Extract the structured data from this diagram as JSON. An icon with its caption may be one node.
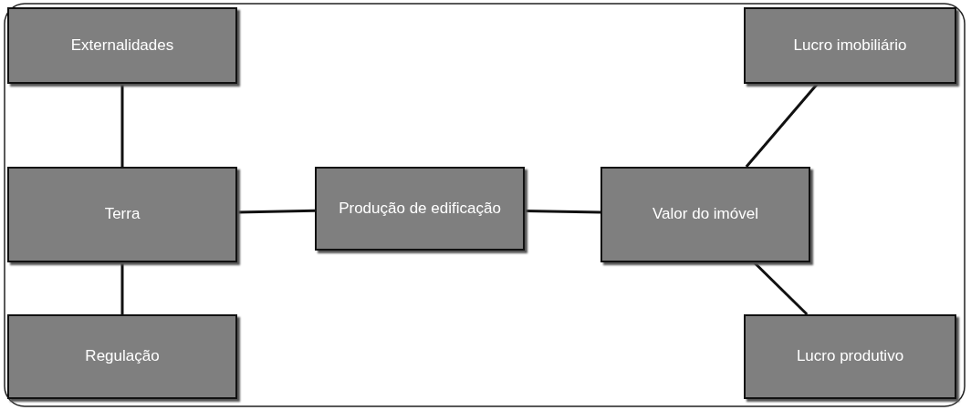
{
  "diagram": {
    "nodes": [
      {
        "text": [
          "Externalidades"
        ]
      },
      {
        "text": [
          "Lucro imobiliário"
        ]
      },
      {
        "text": [
          "Terra"
        ]
      },
      {
        "text": [
          "Produção de edificação"
        ]
      },
      {
        "text": [
          "Valor do imóvel"
        ]
      },
      {
        "text": [
          "Regulação"
        ]
      },
      {
        "text": [
          "Lucro produtivo"
        ]
      }
    ],
    "edges": [
      {
        "from": 0,
        "to": 2,
        "arrow": "none"
      },
      {
        "from": 2,
        "to": 5,
        "arrow": "none"
      },
      {
        "from": 2,
        "to": 3,
        "arrow": "none"
      },
      {
        "from": 3,
        "to": 4,
        "arrow": "none"
      },
      {
        "from": 4,
        "to": 1,
        "arrow": "none"
      },
      {
        "from": 4,
        "to": 6,
        "arrow": "none"
      }
    ]
  }
}
